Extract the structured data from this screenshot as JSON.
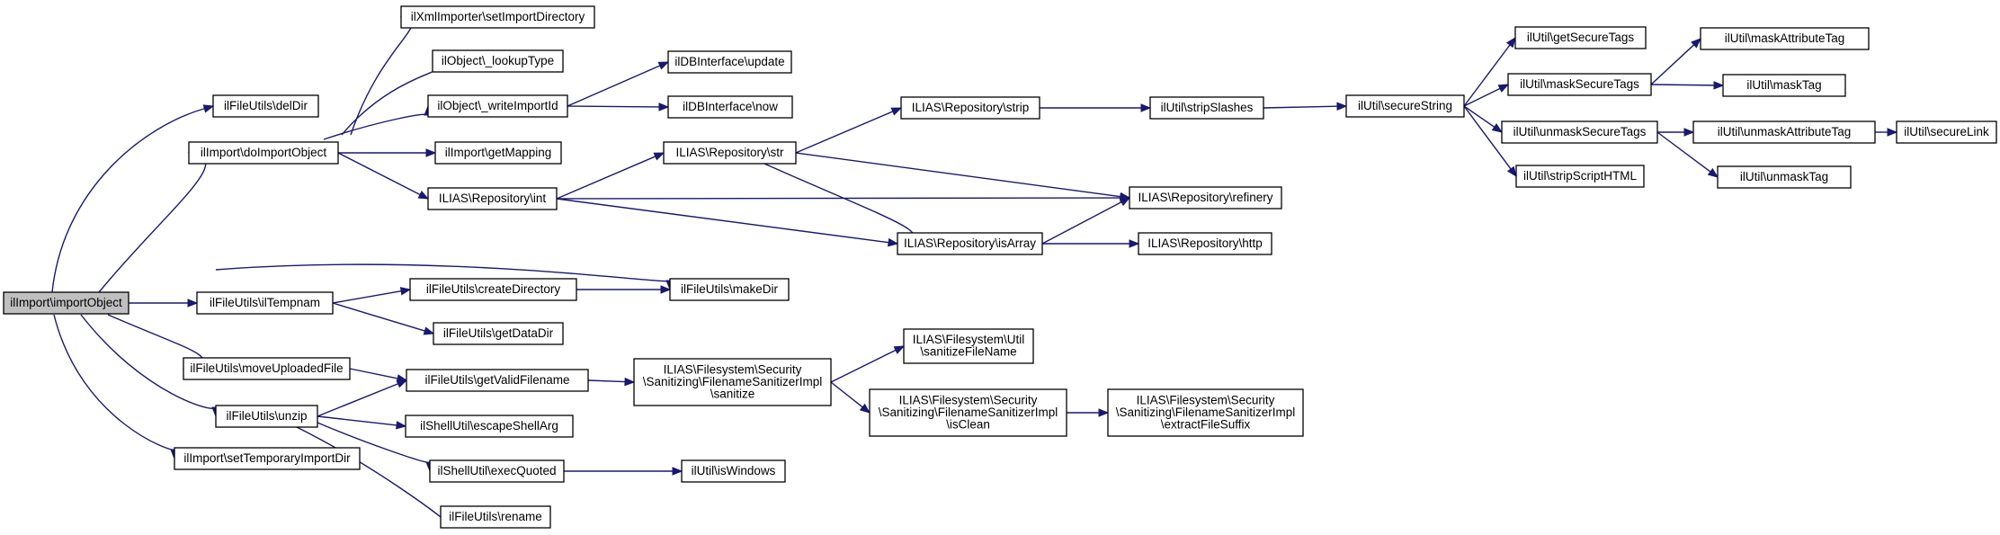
{
  "diagram": {
    "edge_color": "#191970",
    "root_fill": "#bfbfbf",
    "nodes": [
      {
        "id": "importObject",
        "lines": [
          "ilImport\\importObject"
        ],
        "root": true
      },
      {
        "id": "delDir",
        "lines": [
          "ilFileUtils\\delDir"
        ]
      },
      {
        "id": "doImportObject",
        "lines": [
          "ilImport\\doImportObject"
        ]
      },
      {
        "id": "ilTempnam",
        "lines": [
          "ilFileUtils\\ilTempnam"
        ]
      },
      {
        "id": "makeDir",
        "lines": [
          "ilFileUtils\\makeDir"
        ]
      },
      {
        "id": "moveUploadedFile",
        "lines": [
          "ilFileUtils\\moveUploadedFile"
        ]
      },
      {
        "id": "unzip",
        "lines": [
          "ilFileUtils\\unzip"
        ]
      },
      {
        "id": "setTemporaryImportDir",
        "lines": [
          "ilImport\\setTemporaryImportDir"
        ]
      },
      {
        "id": "setImportDirectory",
        "lines": [
          "ilXmlImporter\\setImportDirectory"
        ]
      },
      {
        "id": "lookupType",
        "lines": [
          "ilObject\\_lookupType"
        ]
      },
      {
        "id": "writeImportId",
        "lines": [
          "ilObject\\_writeImportId"
        ]
      },
      {
        "id": "getMapping",
        "lines": [
          "ilImport\\getMapping"
        ]
      },
      {
        "id": "repoInt",
        "lines": [
          "ILIAS\\Repository\\int"
        ]
      },
      {
        "id": "createDirectory",
        "lines": [
          "ilFileUtils\\createDirectory"
        ]
      },
      {
        "id": "getDataDir",
        "lines": [
          "ilFileUtils\\getDataDir"
        ]
      },
      {
        "id": "getValidFilename",
        "lines": [
          "ilFileUtils\\getValidFilename"
        ]
      },
      {
        "id": "escapeShellArg",
        "lines": [
          "ilShellUtil\\escapeShellArg"
        ]
      },
      {
        "id": "execQuoted",
        "lines": [
          "ilShellUtil\\execQuoted"
        ]
      },
      {
        "id": "rename",
        "lines": [
          "ilFileUtils\\rename"
        ]
      },
      {
        "id": "dbUpdate",
        "lines": [
          "ilDBInterface\\update"
        ]
      },
      {
        "id": "dbNow",
        "lines": [
          "ilDBInterface\\now"
        ]
      },
      {
        "id": "repoStr",
        "lines": [
          "ILIAS\\Repository\\str"
        ]
      },
      {
        "id": "sanitize",
        "lines": [
          "ILIAS\\Filesystem\\Security",
          "\\Sanitizing\\FilenameSanitizerImpl",
          "\\sanitize"
        ]
      },
      {
        "id": "isWindows",
        "lines": [
          "ilUtil\\isWindows"
        ]
      },
      {
        "id": "repoStrip",
        "lines": [
          "ILIAS\\Repository\\strip"
        ]
      },
      {
        "id": "repoIsArray",
        "lines": [
          "ILIAS\\Repository\\isArray"
        ]
      },
      {
        "id": "sanitizeFileName",
        "lines": [
          "ILIAS\\Filesystem\\Util",
          "\\sanitizeFileName"
        ]
      },
      {
        "id": "isClean",
        "lines": [
          "ILIAS\\Filesystem\\Security",
          "\\Sanitizing\\FilenameSanitizerImpl",
          "\\isClean"
        ]
      },
      {
        "id": "stripSlashes",
        "lines": [
          "ilUtil\\stripSlashes"
        ]
      },
      {
        "id": "repoRefinery",
        "lines": [
          "ILIAS\\Repository\\refinery"
        ]
      },
      {
        "id": "repoHttp",
        "lines": [
          "ILIAS\\Repository\\http"
        ]
      },
      {
        "id": "extractFileSuffix",
        "lines": [
          "ILIAS\\Filesystem\\Security",
          "\\Sanitizing\\FilenameSanitizerImpl",
          "\\extractFileSuffix"
        ]
      },
      {
        "id": "secureString",
        "lines": [
          "ilUtil\\secureString"
        ]
      },
      {
        "id": "getSecureTags",
        "lines": [
          "ilUtil\\getSecureTags"
        ]
      },
      {
        "id": "maskSecureTags",
        "lines": [
          "ilUtil\\maskSecureTags"
        ]
      },
      {
        "id": "unmaskSecureTags",
        "lines": [
          "ilUtil\\unmaskSecureTags"
        ]
      },
      {
        "id": "stripScriptHTML",
        "lines": [
          "ilUtil\\stripScriptHTML"
        ]
      },
      {
        "id": "maskAttributeTag",
        "lines": [
          "ilUtil\\maskAttributeTag"
        ]
      },
      {
        "id": "maskTag",
        "lines": [
          "ilUtil\\maskTag"
        ]
      },
      {
        "id": "unmaskAttributeTag",
        "lines": [
          "ilUtil\\unmaskAttributeTag"
        ]
      },
      {
        "id": "unmaskTag",
        "lines": [
          "ilUtil\\unmaskTag"
        ]
      },
      {
        "id": "secureLink",
        "lines": [
          "ilUtil\\secureLink"
        ]
      }
    ],
    "edges": [
      [
        "importObject",
        "delDir"
      ],
      [
        "importObject",
        "doImportObject"
      ],
      [
        "importObject",
        "ilTempnam"
      ],
      [
        "importObject",
        "makeDir"
      ],
      [
        "importObject",
        "moveUploadedFile"
      ],
      [
        "importObject",
        "unzip"
      ],
      [
        "importObject",
        "setTemporaryImportDir"
      ],
      [
        "doImportObject",
        "setImportDirectory"
      ],
      [
        "doImportObject",
        "lookupType"
      ],
      [
        "doImportObject",
        "writeImportId"
      ],
      [
        "doImportObject",
        "getMapping"
      ],
      [
        "doImportObject",
        "repoInt"
      ],
      [
        "writeImportId",
        "dbUpdate"
      ],
      [
        "writeImportId",
        "dbNow"
      ],
      [
        "repoInt",
        "repoStr"
      ],
      [
        "repoInt",
        "repoRefinery"
      ],
      [
        "repoInt",
        "repoIsArray"
      ],
      [
        "repoStr",
        "repoStrip"
      ],
      [
        "repoStr",
        "repoRefinery"
      ],
      [
        "repoStr",
        "repoIsArray"
      ],
      [
        "repoStrip",
        "stripSlashes"
      ],
      [
        "stripSlashes",
        "secureString"
      ],
      [
        "secureString",
        "getSecureTags"
      ],
      [
        "secureString",
        "maskSecureTags"
      ],
      [
        "secureString",
        "unmaskSecureTags"
      ],
      [
        "secureString",
        "stripScriptHTML"
      ],
      [
        "maskSecureTags",
        "maskAttributeTag"
      ],
      [
        "maskSecureTags",
        "maskTag"
      ],
      [
        "unmaskSecureTags",
        "unmaskAttributeTag"
      ],
      [
        "unmaskSecureTags",
        "unmaskTag"
      ],
      [
        "unmaskAttributeTag",
        "secureLink"
      ],
      [
        "repoIsArray",
        "repoRefinery"
      ],
      [
        "repoIsArray",
        "repoHttp"
      ],
      [
        "ilTempnam",
        "createDirectory"
      ],
      [
        "ilTempnam",
        "getDataDir"
      ],
      [
        "createDirectory",
        "makeDir"
      ],
      [
        "moveUploadedFile",
        "getValidFilename"
      ],
      [
        "unzip",
        "getValidFilename"
      ],
      [
        "unzip",
        "escapeShellArg"
      ],
      [
        "unzip",
        "execQuoted"
      ],
      [
        "unzip",
        "rename"
      ],
      [
        "getValidFilename",
        "sanitize"
      ],
      [
        "sanitize",
        "sanitizeFileName"
      ],
      [
        "sanitize",
        "isClean"
      ],
      [
        "isClean",
        "extractFileSuffix"
      ],
      [
        "execQuoted",
        "isWindows"
      ]
    ]
  }
}
